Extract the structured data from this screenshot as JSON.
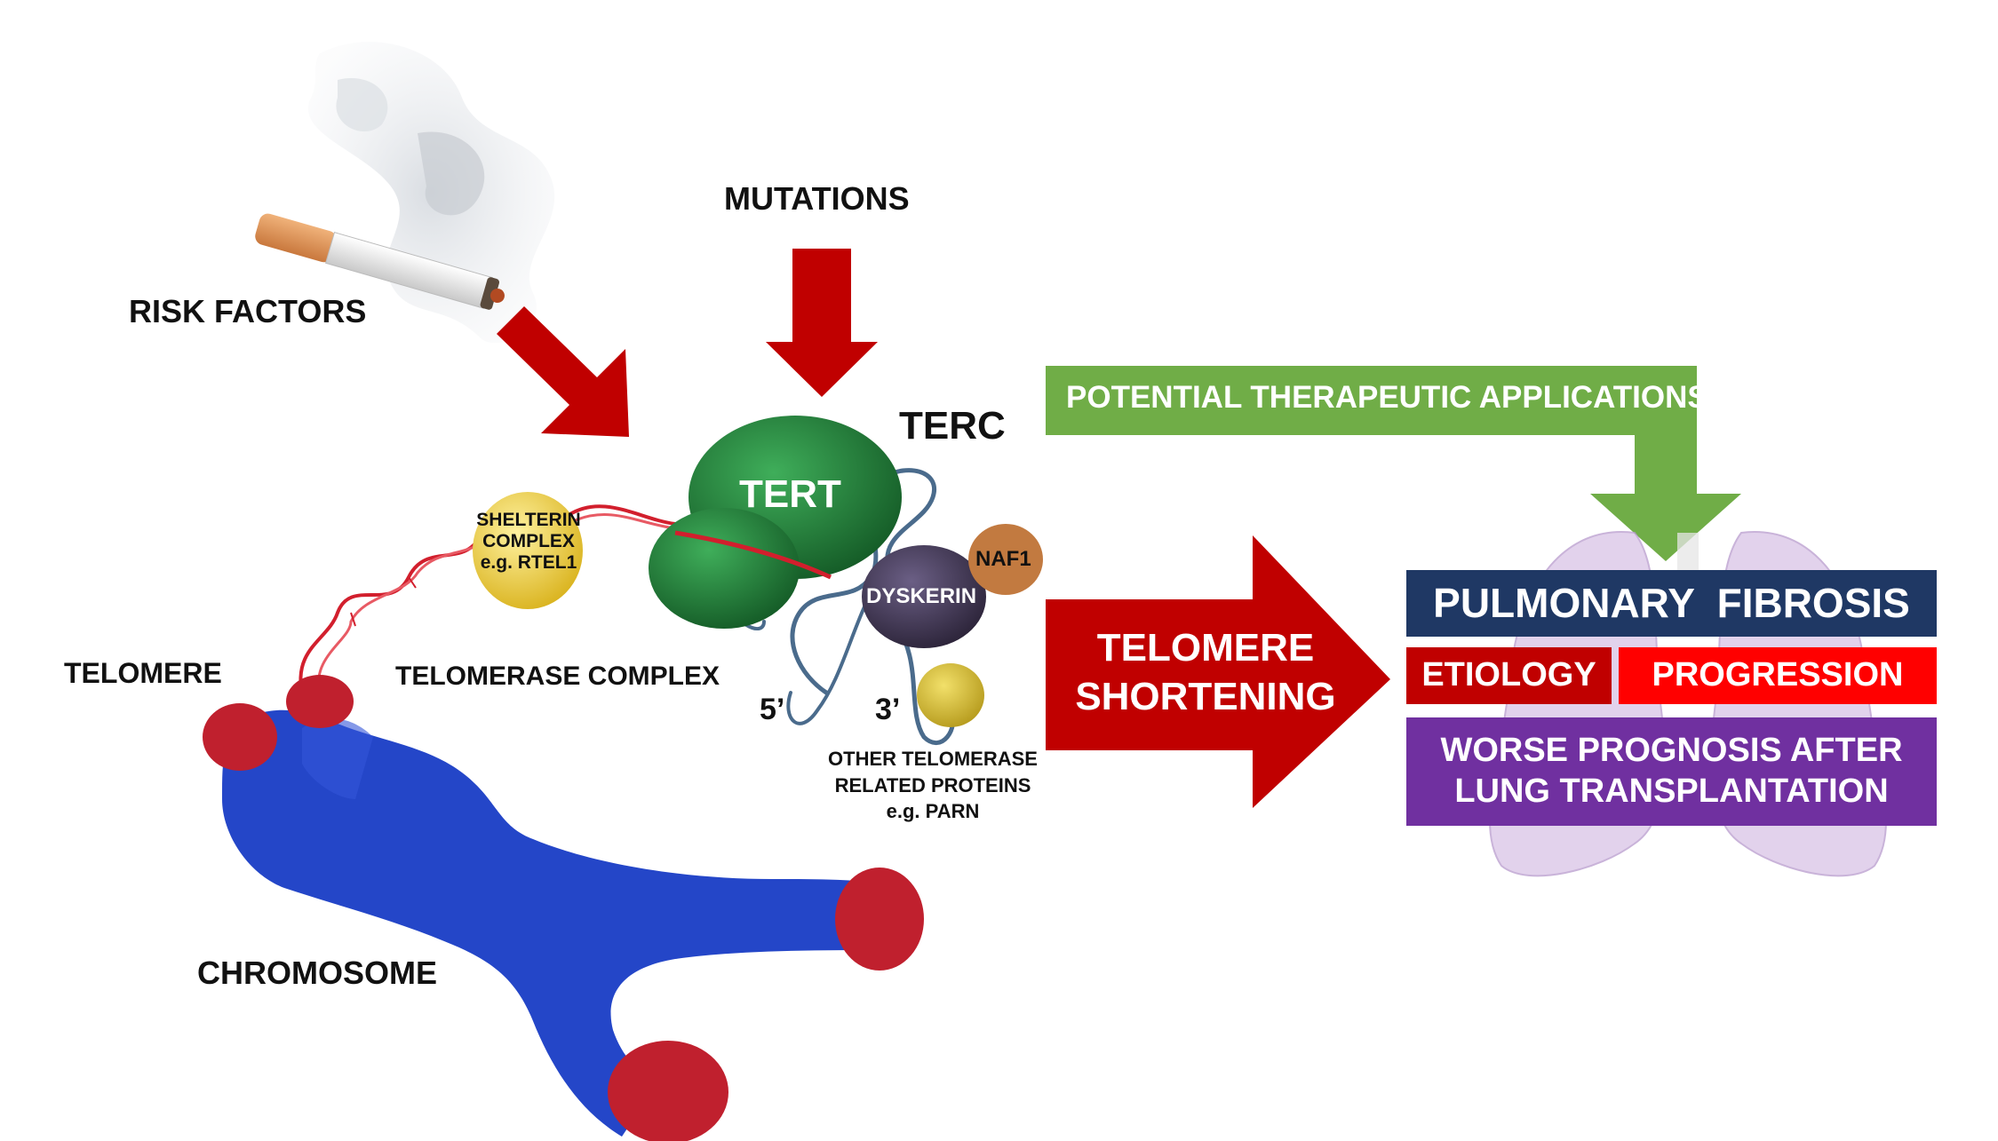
{
  "labels": {
    "risk_factors": "RISK FACTORS",
    "mutations": "MUTATIONS",
    "terc": "TERC",
    "tert": "TERT",
    "shelterin_line1": "SHELTERIN",
    "shelterin_line2": "COMPLEX",
    "shelterin_line3": "e.g. RTEL1",
    "naf1": "NAF1",
    "dyskerin": "DYSKERIN",
    "telomere": "TELOMERE",
    "telomerase_complex": "TELOMERASE COMPLEX",
    "five_prime": "5’",
    "three_prime": "3’",
    "other_line1": "OTHER TELOMERASE",
    "other_line2": "RELATED PROTEINS",
    "other_line3": "e.g. PARN",
    "chromosome": "CHROMOSOME",
    "therapeutic": "POTENTIAL THERAPEUTIC APPLICATIONS",
    "shortening_line1": "TELOMERE",
    "shortening_line2": "SHORTENING",
    "pulmonary_fibrosis": "PULMONARY  FIBROSIS",
    "etiology": "ETIOLOGY",
    "progression": "PROGRESSION",
    "prognosis_line1": "WORSE PROGNOSIS AFTER",
    "prognosis_line2": "LUNG TRANSPLANTATION"
  },
  "colors": {
    "arrow_red": "#c00000",
    "bright_red": "#ff0000",
    "therapeutic_green": "#70ad47",
    "navy": "#1f3864",
    "purple": "#7030a0",
    "lung": "#d9c3e6",
    "tert_green": "#1f7a35",
    "chromosome_blue": "#2446c8",
    "cap_red": "#c0202e",
    "shelterin_yellow": "#f0d23a",
    "dyskerin_dark": "#3d3450",
    "naf1_orange": "#c27a40"
  },
  "icons": [
    "cigarette-icon",
    "smoke-icon",
    "lungs-icon",
    "chromosome-icon",
    "dna-strand-icon"
  ]
}
